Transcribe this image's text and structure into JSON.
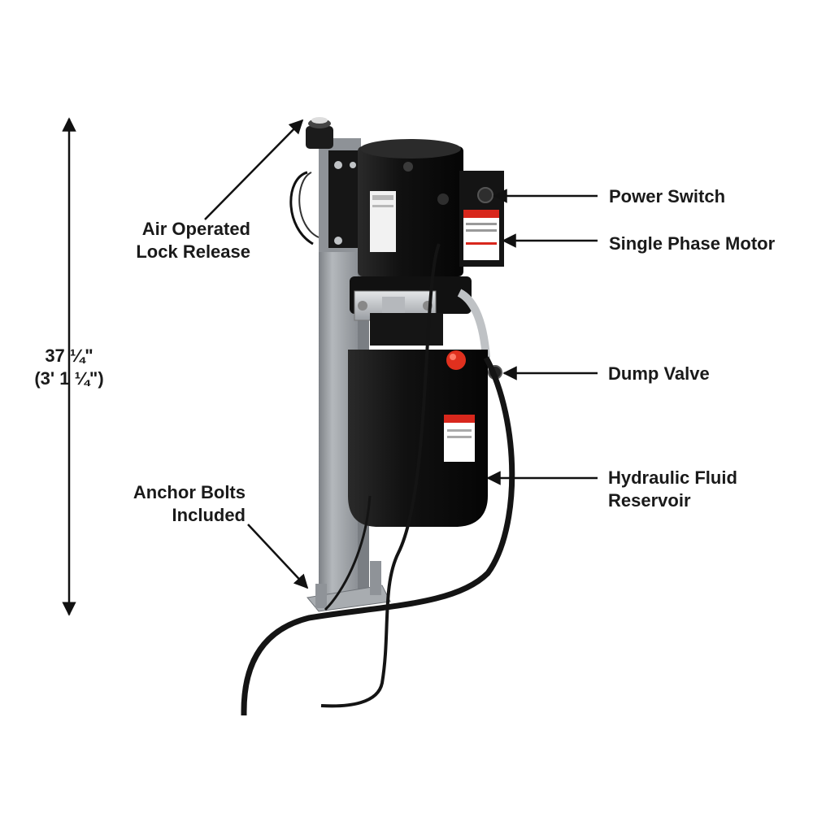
{
  "dimension": {
    "line1": "37 ¼\"",
    "line2": "(3' 1 ¼\")"
  },
  "callouts": {
    "air_lock": {
      "line1": "Air Operated",
      "line2": "Lock Release"
    },
    "anchor_bolts": {
      "line1": "Anchor Bolts",
      "line2": "Included"
    },
    "power_switch": {
      "line1": "Power Switch"
    },
    "motor": {
      "line1": "Single Phase Motor"
    },
    "dump_valve": {
      "line1": "Dump Valve"
    },
    "reservoir": {
      "line1": "Hydraulic Fluid",
      "line2": "Reservoir"
    }
  },
  "colors": {
    "text": "#1a1a1a",
    "arrow": "#111111",
    "post": "#9ea3a8",
    "unit_black": "#141414",
    "valve_red": "#e0301e",
    "bracket_silver": "#c9ccd0"
  }
}
